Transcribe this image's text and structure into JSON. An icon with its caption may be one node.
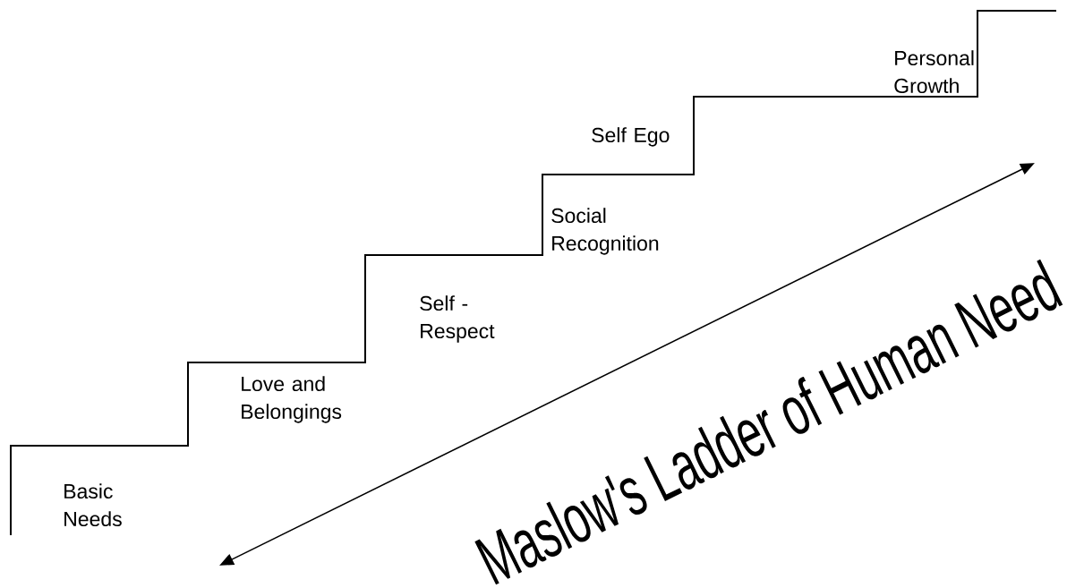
{
  "diagram": {
    "title": "Maslow's Ladder of Human Need",
    "labels": [
      "Basic Needs",
      "Love and Belongings",
      "Self - Respect",
      "Social Recognition",
      "Self Ego",
      "Personal Growth"
    ]
  }
}
